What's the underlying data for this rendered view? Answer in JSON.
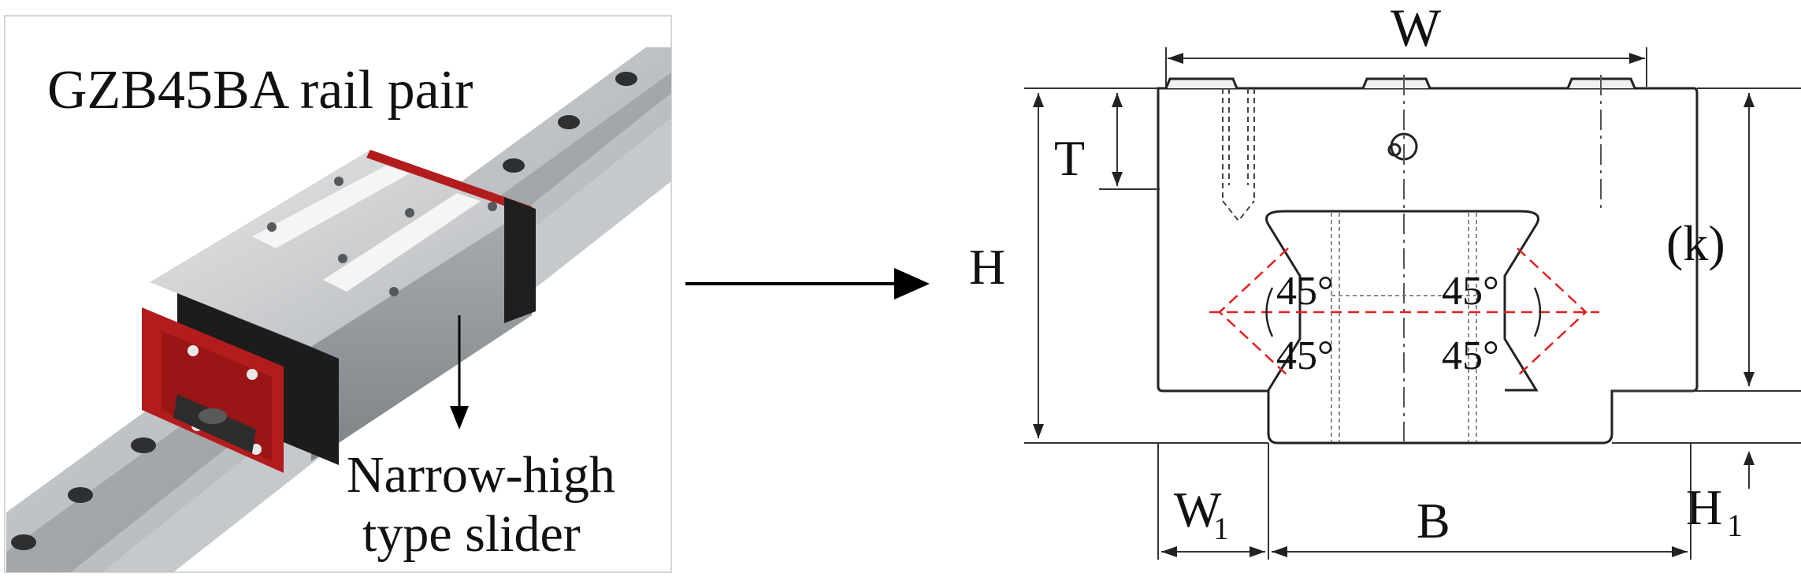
{
  "photo": {
    "title": "GZB45BA rail pair",
    "slider_label_line1": "Narrow-high",
    "slider_label_line2": "type slider"
  },
  "drawing": {
    "dim_W": "W",
    "dim_T": "T",
    "dim_H": "H",
    "dim_k": "(k)",
    "dim_W1_main": "W",
    "dim_W1_sub": "1",
    "dim_B": "B",
    "dim_H1_main": "H",
    "dim_H1_sub": "1",
    "angle_top_left": "45°",
    "angle_top_right": "45°",
    "angle_bottom_left": "45°",
    "angle_bottom_right": "45°"
  },
  "colors": {
    "end_cap_red": "#b31c1c",
    "contact_line_red": "#e02020",
    "rail_grey": "#a9adb1",
    "block_grey": "#b9bcbf"
  }
}
